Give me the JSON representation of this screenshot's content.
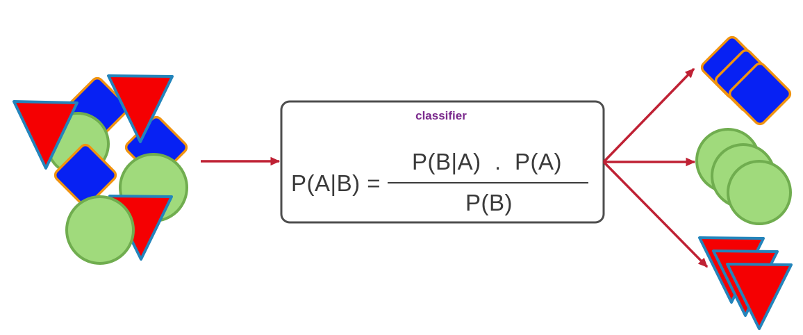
{
  "classifier_box": {
    "title": "classifier",
    "formula": {
      "lhs": "P(A|B) =",
      "numerator": "P(B|A)  .  P(A)",
      "denominator": "P(B)"
    }
  },
  "colors": {
    "background": "#ffffff",
    "triangle_fill": "#f50002",
    "triangle_stroke": "#2384bb",
    "square_fill": "#0721f3",
    "square_stroke": "#f0930f",
    "circle_fill": "#a0da7c",
    "circle_stroke": "#70ad4f",
    "arrow": "#bf2134",
    "box_fill": "#ffffff",
    "box_stroke": "#4d4d4d",
    "title_text": "#7b2a8d",
    "formula_text": "#3a3a3a"
  }
}
